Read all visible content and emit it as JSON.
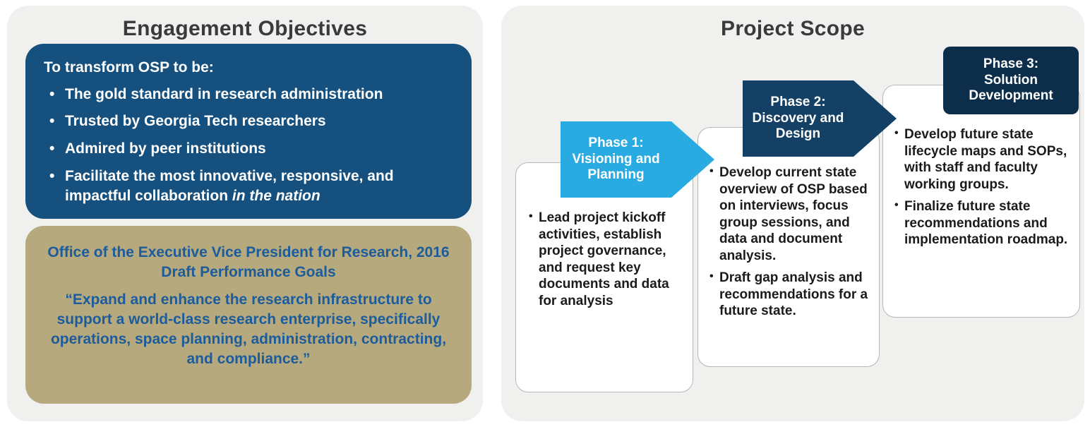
{
  "left_panel": {
    "title": "Engagement Objectives",
    "objectives_box": {
      "intro": "To transform OSP to be:",
      "bullets": [
        "The gold standard in research administration",
        "Trusted by Georgia Tech researchers",
        "Admired by peer institutions",
        {
          "text": "Facilitate the most innovative, responsive, and impactful collaboration",
          "italic": "in the nation"
        }
      ]
    },
    "quote_box": {
      "heading": "Office of the Executive Vice President for Research, 2016 Draft Performance Goals",
      "quote": "“Expand and enhance the research infrastructure to support a world-class research enterprise, specifically operations, space planning, administration, contracting, and compliance.”"
    }
  },
  "right_panel": {
    "title": "Project Scope",
    "phases": [
      {
        "name": "Phase 1:",
        "subtitle": "Visioning and Planning",
        "bullets": [
          "Lead project kickoff activities, establish project governance, and request key documents and data for analysis"
        ]
      },
      {
        "name": "Phase 2:",
        "subtitle": "Discovery and Design",
        "bullets": [
          "Develop current state overview of OSP based on interviews, focus group sessions, and data and document analysis.",
          "Draft gap analysis and recommendations for a future state."
        ]
      },
      {
        "name": "Phase 3:",
        "subtitle": "Solution Development",
        "bullets": [
          "Develop future state lifecycle maps and SOPs, with staff and faculty working groups.",
          "Finalize future state recommendations and implementation roadmap."
        ]
      }
    ]
  },
  "colors": {
    "objectives_box_bg": "#15507E",
    "quote_box_bg": "#B5A97D",
    "quote_text": "#1C5C9C",
    "phase1_arrow": "#29ABE2",
    "phase2_arrow": "#134064",
    "phase3_header": "#0D2E4B"
  }
}
